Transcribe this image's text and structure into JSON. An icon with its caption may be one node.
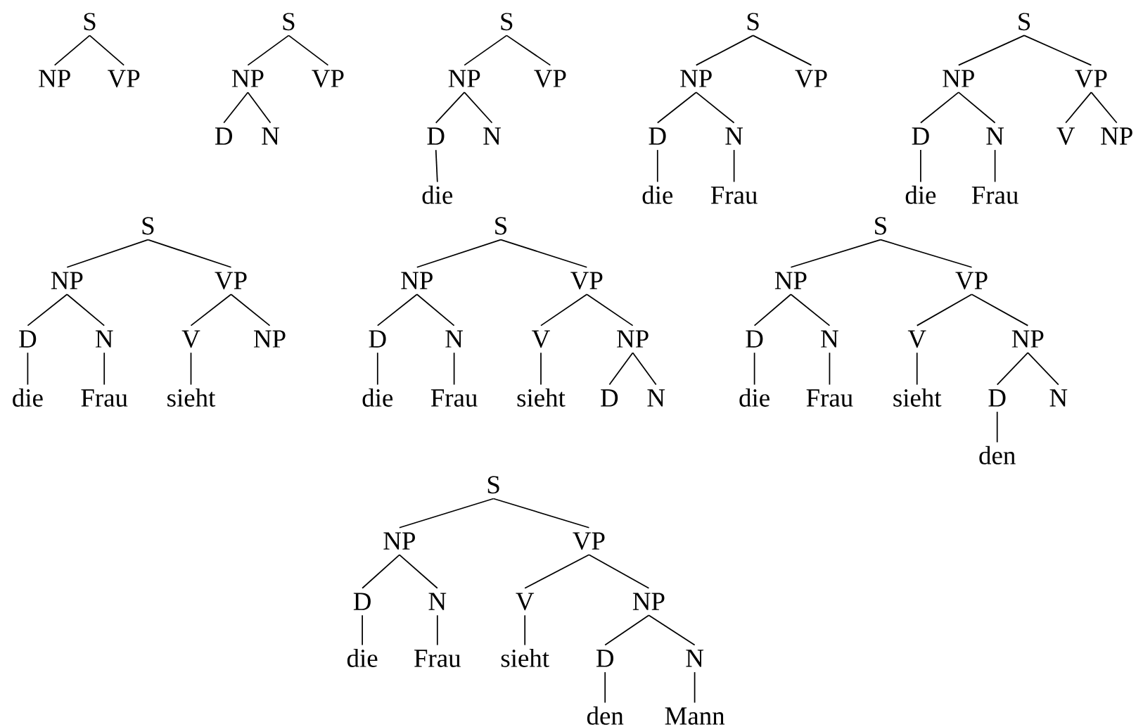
{
  "diagram": {
    "nodes": [
      {
        "text": [
          "S"
        ]
      },
      {
        "text": [
          "NP"
        ]
      },
      {
        "text": [
          "VP"
        ]
      },
      {
        "text": [
          "S"
        ]
      },
      {
        "text": [
          "NP"
        ]
      },
      {
        "text": [
          "VP"
        ]
      },
      {
        "text": [
          "D"
        ]
      },
      {
        "text": [
          "N"
        ]
      },
      {
        "text": [
          "S"
        ]
      },
      {
        "text": [
          "NP"
        ]
      },
      {
        "text": [
          "VP"
        ]
      },
      {
        "text": [
          "D"
        ]
      },
      {
        "text": [
          "N"
        ]
      },
      {
        "text": [
          "die"
        ]
      },
      {
        "text": [
          "S"
        ]
      },
      {
        "text": [
          "NP"
        ]
      },
      {
        "text": [
          "VP"
        ]
      },
      {
        "text": [
          "D"
        ]
      },
      {
        "text": [
          "N"
        ]
      },
      {
        "text": [
          "die"
        ]
      },
      {
        "text": [
          "Frau"
        ]
      },
      {
        "text": [
          "S"
        ]
      },
      {
        "text": [
          "NP"
        ]
      },
      {
        "text": [
          "VP"
        ]
      },
      {
        "text": [
          "D"
        ]
      },
      {
        "text": [
          "N"
        ]
      },
      {
        "text": [
          "V"
        ]
      },
      {
        "text": [
          "NP"
        ]
      },
      {
        "text": [
          "die"
        ]
      },
      {
        "text": [
          "Frau"
        ]
      },
      {
        "text": [
          "S"
        ]
      },
      {
        "text": [
          "NP"
        ]
      },
      {
        "text": [
          "VP"
        ]
      },
      {
        "text": [
          "D"
        ]
      },
      {
        "text": [
          "N"
        ]
      },
      {
        "text": [
          "V"
        ]
      },
      {
        "text": [
          "NP"
        ]
      },
      {
        "text": [
          "die"
        ]
      },
      {
        "text": [
          "Frau"
        ]
      },
      {
        "text": [
          "sieht"
        ]
      },
      {
        "text": [
          "S"
        ]
      },
      {
        "text": [
          "NP"
        ]
      },
      {
        "text": [
          "VP"
        ]
      },
      {
        "text": [
          "D"
        ]
      },
      {
        "text": [
          "N"
        ]
      },
      {
        "text": [
          "V"
        ]
      },
      {
        "text": [
          "NP"
        ]
      },
      {
        "text": [
          "die"
        ]
      },
      {
        "text": [
          "Frau"
        ]
      },
      {
        "text": [
          "sieht"
        ]
      },
      {
        "text": [
          "D"
        ]
      },
      {
        "text": [
          "N"
        ]
      },
      {
        "text": [
          "S"
        ]
      },
      {
        "text": [
          "NP"
        ]
      },
      {
        "text": [
          "VP"
        ]
      },
      {
        "text": [
          "D"
        ]
      },
      {
        "text": [
          "N"
        ]
      },
      {
        "text": [
          "V"
        ]
      },
      {
        "text": [
          "NP"
        ]
      },
      {
        "text": [
          "die"
        ]
      },
      {
        "text": [
          "Frau"
        ]
      },
      {
        "text": [
          "sieht"
        ]
      },
      {
        "text": [
          "D"
        ]
      },
      {
        "text": [
          "N"
        ]
      },
      {
        "text": [
          "den"
        ]
      },
      {
        "text": [
          "S"
        ]
      },
      {
        "text": [
          "NP"
        ]
      },
      {
        "text": [
          "VP"
        ]
      },
      {
        "text": [
          "D"
        ]
      },
      {
        "text": [
          "N"
        ]
      },
      {
        "text": [
          "V"
        ]
      },
      {
        "text": [
          "NP"
        ]
      },
      {
        "text": [
          "die"
        ]
      },
      {
        "text": [
          "Frau"
        ]
      },
      {
        "text": [
          "sieht"
        ]
      },
      {
        "text": [
          "D"
        ]
      },
      {
        "text": [
          "N"
        ]
      },
      {
        "text": [
          "den"
        ]
      },
      {
        "text": [
          "Mann"
        ]
      }
    ],
    "edges": [
      {
        "from": 0,
        "to": 1,
        "arrow": "none"
      },
      {
        "from": 0,
        "to": 2,
        "arrow": "none"
      },
      {
        "from": 3,
        "to": 4,
        "arrow": "none"
      },
      {
        "from": 3,
        "to": 5,
        "arrow": "none"
      },
      {
        "from": 4,
        "to": 6,
        "arrow": "none"
      },
      {
        "from": 4,
        "to": 7,
        "arrow": "none"
      },
      {
        "from": 8,
        "to": 9,
        "arrow": "none"
      },
      {
        "from": 8,
        "to": 10,
        "arrow": "none"
      },
      {
        "from": 9,
        "to": 11,
        "arrow": "none"
      },
      {
        "from": 9,
        "to": 12,
        "arrow": "none"
      },
      {
        "from": 11,
        "to": 13,
        "arrow": "none"
      },
      {
        "from": 14,
        "to": 15,
        "arrow": "none"
      },
      {
        "from": 14,
        "to": 16,
        "arrow": "none"
      },
      {
        "from": 15,
        "to": 17,
        "arrow": "none"
      },
      {
        "from": 15,
        "to": 18,
        "arrow": "none"
      },
      {
        "from": 17,
        "to": 19,
        "arrow": "none"
      },
      {
        "from": 18,
        "to": 20,
        "arrow": "none"
      },
      {
        "from": 21,
        "to": 22,
        "arrow": "none"
      },
      {
        "from": 21,
        "to": 23,
        "arrow": "none"
      },
      {
        "from": 22,
        "to": 24,
        "arrow": "none"
      },
      {
        "from": 22,
        "to": 25,
        "arrow": "none"
      },
      {
        "from": 23,
        "to": 26,
        "arrow": "none"
      },
      {
        "from": 23,
        "to": 27,
        "arrow": "none"
      },
      {
        "from": 24,
        "to": 28,
        "arrow": "none"
      },
      {
        "from": 25,
        "to": 29,
        "arrow": "none"
      },
      {
        "from": 30,
        "to": 31,
        "arrow": "none"
      },
      {
        "from": 30,
        "to": 32,
        "arrow": "none"
      },
      {
        "from": 31,
        "to": 33,
        "arrow": "none"
      },
      {
        "from": 31,
        "to": 34,
        "arrow": "none"
      },
      {
        "from": 32,
        "to": 35,
        "arrow": "none"
      },
      {
        "from": 32,
        "to": 36,
        "arrow": "none"
      },
      {
        "from": 33,
        "to": 37,
        "arrow": "none"
      },
      {
        "from": 34,
        "to": 38,
        "arrow": "none"
      },
      {
        "from": 35,
        "to": 39,
        "arrow": "none"
      },
      {
        "from": 40,
        "to": 41,
        "arrow": "none"
      },
      {
        "from": 40,
        "to": 42,
        "arrow": "none"
      },
      {
        "from": 41,
        "to": 43,
        "arrow": "none"
      },
      {
        "from": 41,
        "to": 44,
        "arrow": "none"
      },
      {
        "from": 42,
        "to": 45,
        "arrow": "none"
      },
      {
        "from": 42,
        "to": 46,
        "arrow": "none"
      },
      {
        "from": 43,
        "to": 47,
        "arrow": "none"
      },
      {
        "from": 44,
        "to": 48,
        "arrow": "none"
      },
      {
        "from": 45,
        "to": 49,
        "arrow": "none"
      },
      {
        "from": 46,
        "to": 50,
        "arrow": "none"
      },
      {
        "from": 46,
        "to": 51,
        "arrow": "none"
      },
      {
        "from": 52,
        "to": 53,
        "arrow": "none"
      },
      {
        "from": 52,
        "to": 54,
        "arrow": "none"
      },
      {
        "from": 53,
        "to": 55,
        "arrow": "none"
      },
      {
        "from": 53,
        "to": 56,
        "arrow": "none"
      },
      {
        "from": 54,
        "to": 57,
        "arrow": "none"
      },
      {
        "from": 54,
        "to": 58,
        "arrow": "none"
      },
      {
        "from": 55,
        "to": 59,
        "arrow": "none"
      },
      {
        "from": 56,
        "to": 60,
        "arrow": "none"
      },
      {
        "from": 57,
        "to": 61,
        "arrow": "none"
      },
      {
        "from": 58,
        "to": 62,
        "arrow": "none"
      },
      {
        "from": 58,
        "to": 63,
        "arrow": "none"
      },
      {
        "from": 62,
        "to": 64,
        "arrow": "none"
      },
      {
        "from": 65,
        "to": 66,
        "arrow": "none"
      },
      {
        "from": 65,
        "to": 67,
        "arrow": "none"
      },
      {
        "from": 66,
        "to": 68,
        "arrow": "none"
      },
      {
        "from": 66,
        "to": 69,
        "arrow": "none"
      },
      {
        "from": 67,
        "to": 70,
        "arrow": "none"
      },
      {
        "from": 67,
        "to": 71,
        "arrow": "none"
      },
      {
        "from": 68,
        "to": 72,
        "arrow": "none"
      },
      {
        "from": 69,
        "to": 73,
        "arrow": "none"
      },
      {
        "from": 70,
        "to": 74,
        "arrow": "none"
      },
      {
        "from": 71,
        "to": 75,
        "arrow": "none"
      },
      {
        "from": 71,
        "to": 76,
        "arrow": "none"
      },
      {
        "from": 75,
        "to": 77,
        "arrow": "none"
      },
      {
        "from": 76,
        "to": 78,
        "arrow": "none"
      }
    ]
  }
}
